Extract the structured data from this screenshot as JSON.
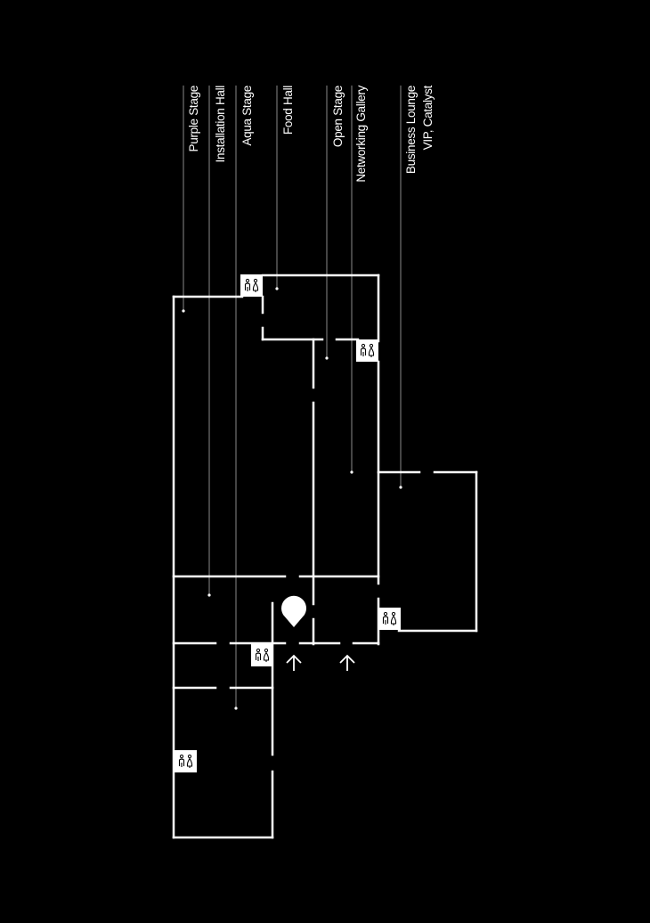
{
  "map": {
    "background": "#000000",
    "wall_color": "#ffffff",
    "leader_color": "#8a8a8a",
    "areas": [
      {
        "id": "purple-stage",
        "label": "Purple Stage"
      },
      {
        "id": "installation-hall",
        "label": "Installation Hall"
      },
      {
        "id": "aqua-stage",
        "label": "Aqua Stage"
      },
      {
        "id": "food-hall",
        "label": "Food Hall"
      },
      {
        "id": "open-stage",
        "label": "Open Stage"
      },
      {
        "id": "networking-gallery",
        "label": "Networking Gallery"
      },
      {
        "id": "business-lounge",
        "label": "Business Lounge"
      },
      {
        "id": "vip-catalyst",
        "label": "VIP, Catalyst"
      }
    ],
    "icons": {
      "restroom": "restroom-icon",
      "location": "location-pin-icon",
      "entrance": "entrance-arrow-icon"
    }
  }
}
